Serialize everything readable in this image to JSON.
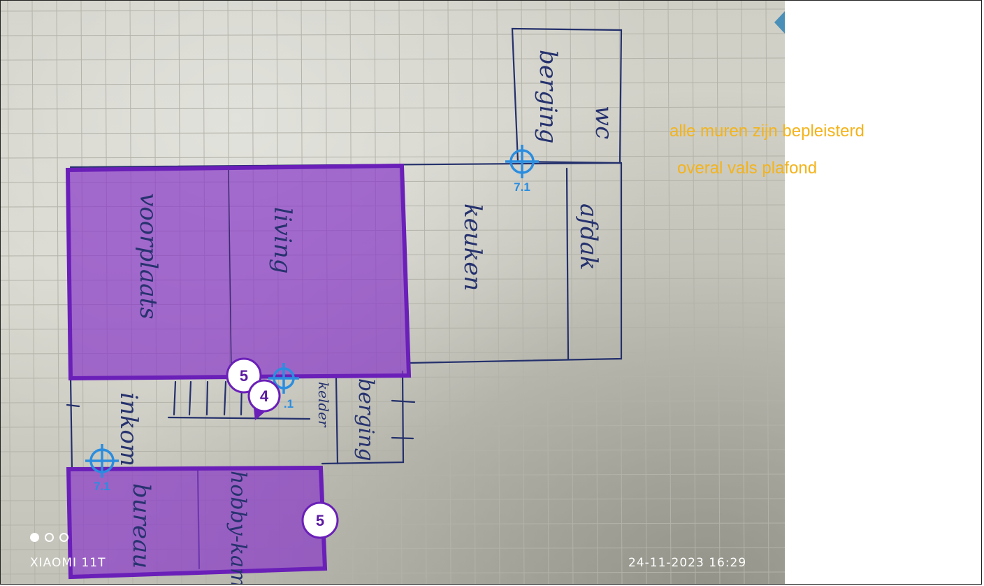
{
  "annotations": {
    "note_line1": "alle muren zijn bepleisterd",
    "note_line2": "overal vals plafond",
    "note_color": "#f4b31a"
  },
  "photo_caption": {
    "device": "XIAOMI 11T",
    "timestamp": "24-11-2023 16:29"
  },
  "handwritten_labels": [
    "berging",
    "wc",
    "keuken",
    "afdak",
    "voorplaats",
    "living",
    "inkom",
    "kelder",
    "berging",
    "bureau",
    "hobby-kamer"
  ],
  "zones": [
    {
      "name": "voorplaats-living",
      "badge": "5"
    },
    {
      "name": "bureau-hobbykamer",
      "badge": "5"
    }
  ],
  "markers": [
    {
      "badge": "4"
    },
    {
      "label": "7.1"
    },
    {
      "label": "7.1"
    },
    {
      "label": ".1"
    }
  ],
  "colors": {
    "zone_fill": "#8a3cc8",
    "zone_border": "#6a1fb8",
    "target_marker": "#2a8de0"
  },
  "pager": {
    "pages": 3,
    "active": 1
  }
}
